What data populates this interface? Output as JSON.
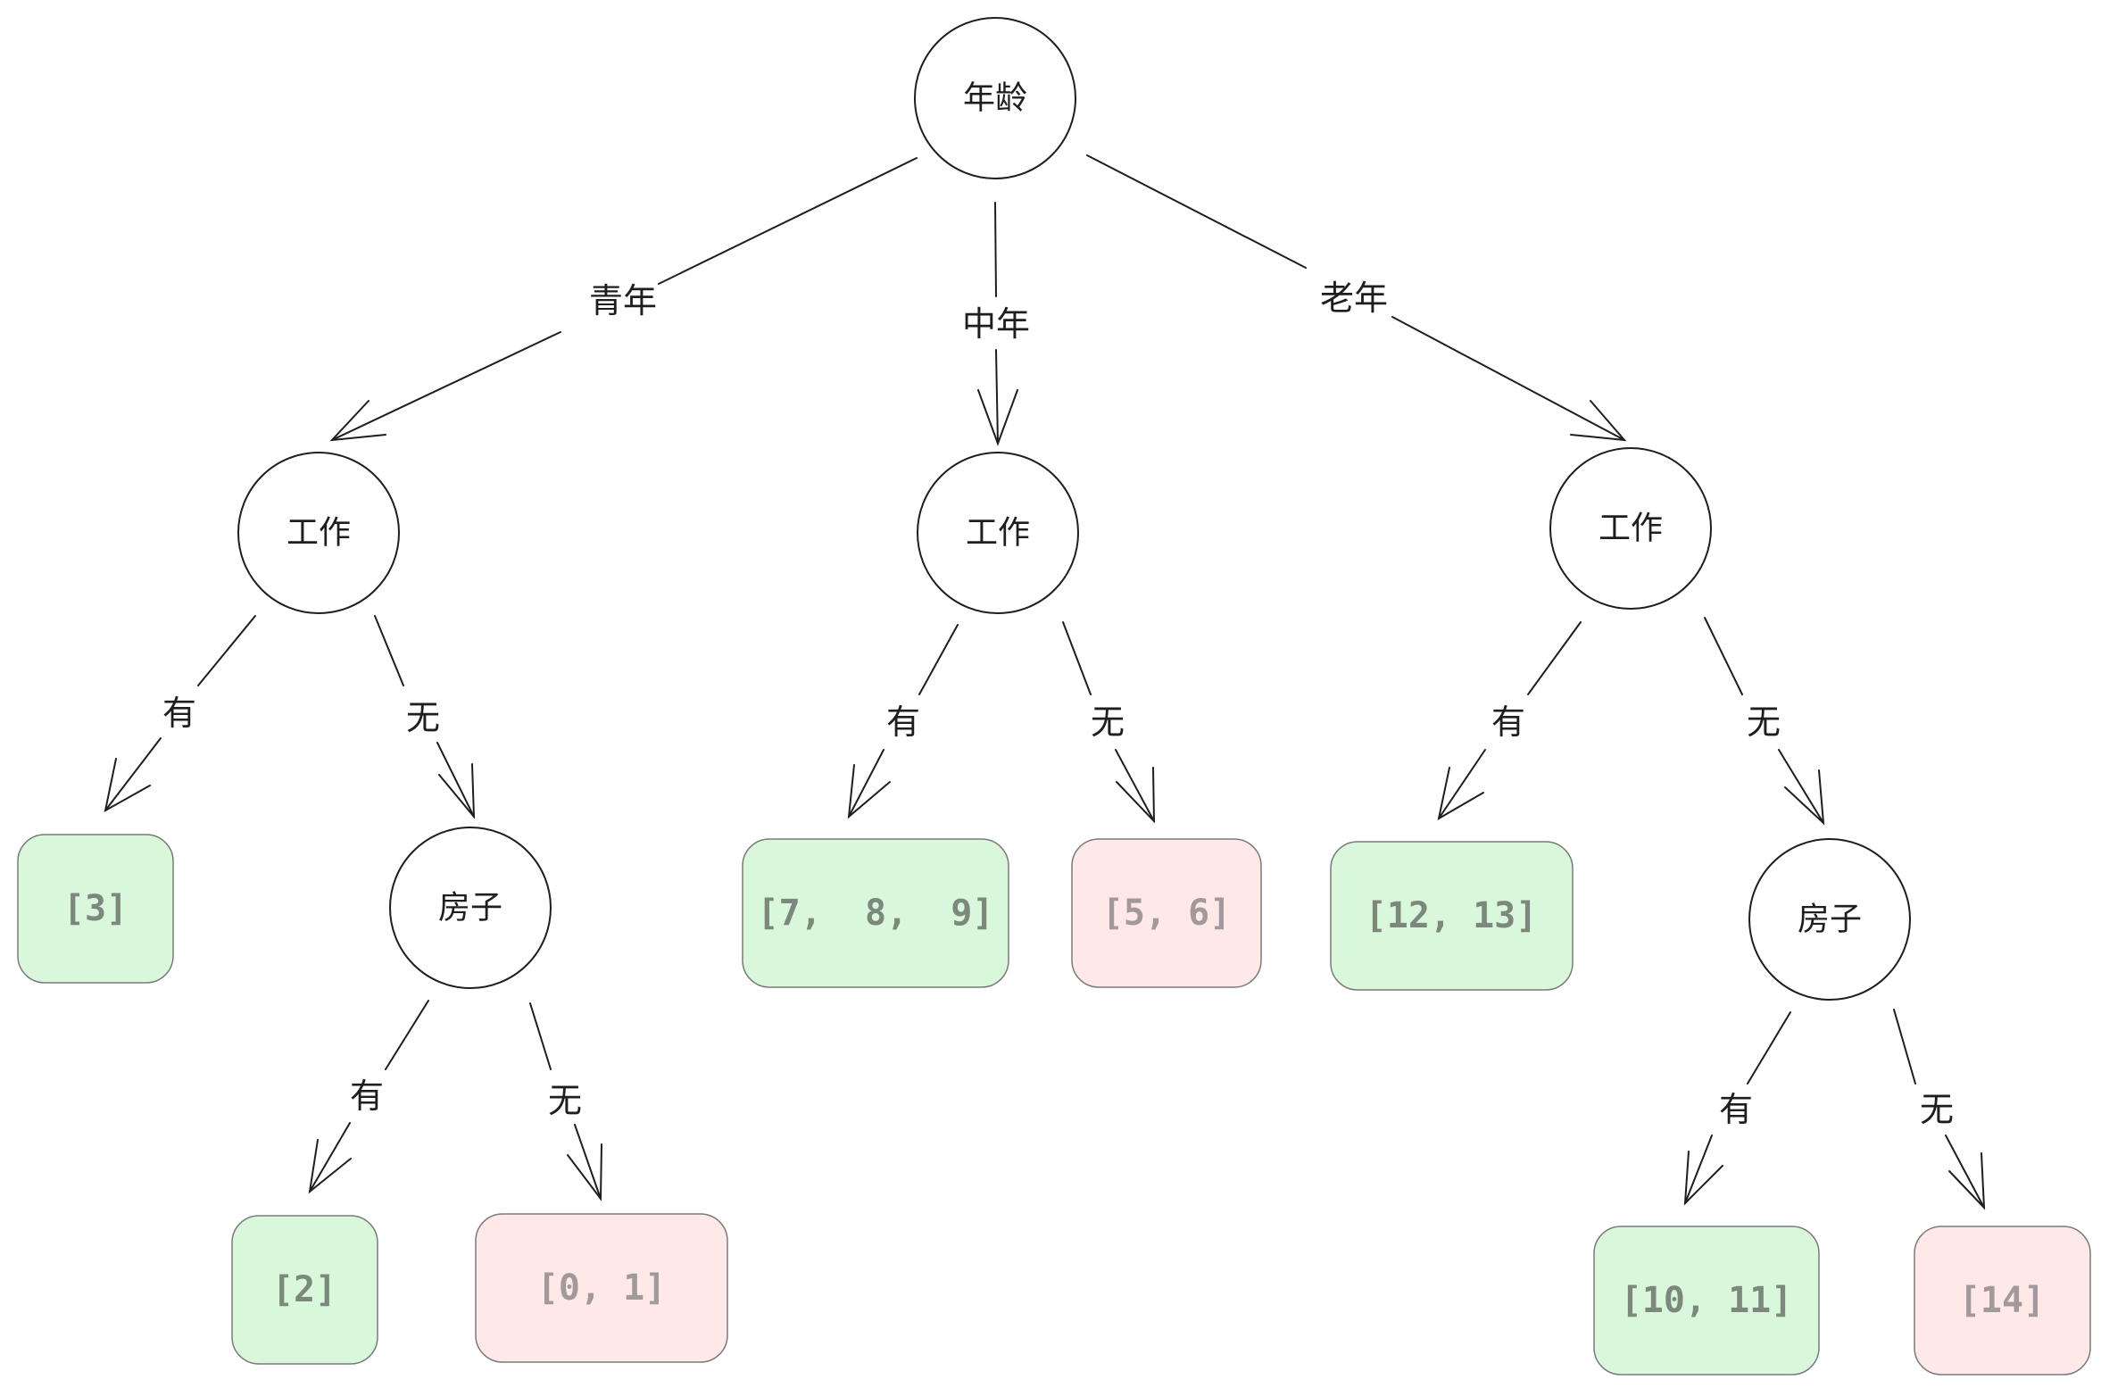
{
  "colors": {
    "leaf_positive_fill": "#d9f7da",
    "leaf_negative_fill": "#ffe8e8",
    "leaf_positive_text": "#7b887b",
    "leaf_negative_text": "#a29a9a",
    "stroke": "#1e1e1e"
  },
  "nodes": {
    "root": {
      "label": "年龄"
    },
    "work_young": {
      "label": "工作"
    },
    "work_middle": {
      "label": "工作"
    },
    "work_old": {
      "label": "工作"
    },
    "house_young": {
      "label": "房子"
    },
    "house_old": {
      "label": "房子"
    }
  },
  "edges": {
    "young": "青年",
    "middle": "中年",
    "old": "老年",
    "yw_yes": "有",
    "yw_no": "无",
    "yh_yes": "有",
    "yh_no": "无",
    "mw_yes": "有",
    "mw_no": "无",
    "ow_yes": "有",
    "ow_no": "无",
    "oh_yes": "有",
    "oh_no": "无"
  },
  "leaves": {
    "l3": {
      "label": "[3]",
      "class": "positive"
    },
    "l2": {
      "label": "[2]",
      "class": "positive"
    },
    "l01": {
      "label": "[0, 1]",
      "class": "negative"
    },
    "l789": {
      "label": "[7,  8,  9]",
      "class": "positive"
    },
    "l56": {
      "label": "[5, 6]",
      "class": "negative"
    },
    "l1213": {
      "label": "[12, 13]",
      "class": "positive"
    },
    "l1011": {
      "label": "[10, 11]",
      "class": "positive"
    },
    "l14": {
      "label": "[14]",
      "class": "negative"
    }
  }
}
